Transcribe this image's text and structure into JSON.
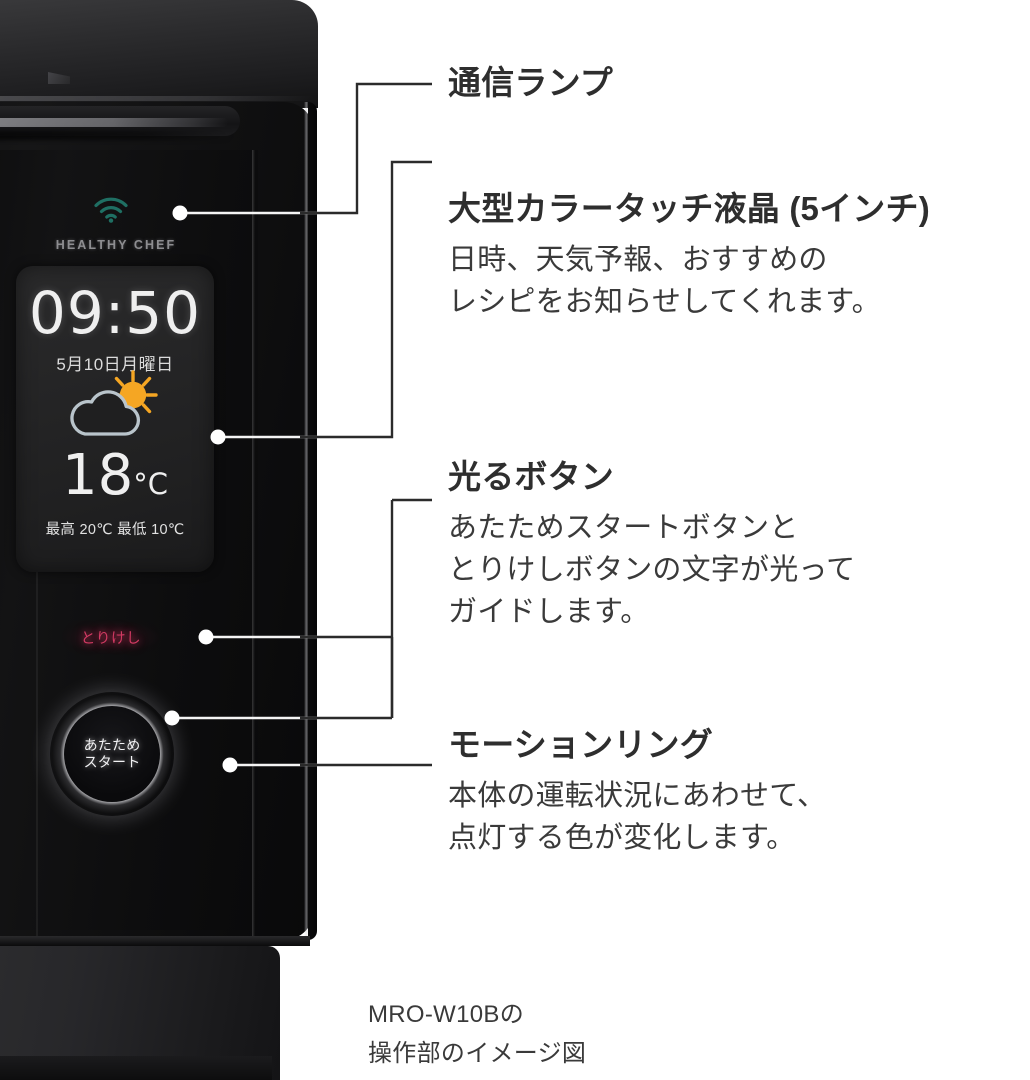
{
  "product": {
    "brand_plate": "HEALTHY CHEF",
    "model_caption_line1": "MRO-W10Bの",
    "model_caption_line2": "操作部のイメージ図"
  },
  "display": {
    "time": "09:50",
    "date": "5月10日月曜日",
    "weather_icon": "partly-cloudy-sun-icon",
    "temperature_value": "18",
    "temperature_unit": "°C",
    "min_max": "最高 20℃ 最低 10℃"
  },
  "buttons": {
    "cancel_label": "とりけし",
    "start_label_line1": "あたため",
    "start_label_line2": "スタート"
  },
  "indicators": {
    "wifi_icon": "wifi-icon"
  },
  "callouts": [
    {
      "id": "communication-lamp",
      "title": "通信ランプ",
      "body": []
    },
    {
      "id": "large-color-touch-lcd",
      "title": "大型カラータッチ液晶 (5インチ)",
      "body": [
        "日時、天気予報、おすすめの",
        "レシピをお知らせしてくれます。"
      ]
    },
    {
      "id": "glowing-button",
      "title": "光るボタン",
      "body": [
        "あたためスタートボタンと",
        "とりけしボタンの文字が光って",
        "ガイドします。"
      ]
    },
    {
      "id": "motion-ring",
      "title": "モーションリング",
      "body": [
        "本体の運転状況にあわせて、",
        "点灯する色が変化します。"
      ]
    }
  ],
  "colors": {
    "background": "#ffffff",
    "heading_text": "#2e2e2e",
    "body_text": "#3a3a3a",
    "leader_line_light": "#f2f2f2",
    "leader_line_dark": "#2b2b2b",
    "wifi_teal": "#1f6f63",
    "sun_orange": "#f5a623",
    "cloud_outline": "#b9c4cb",
    "cancel_pink": "#d23a63",
    "lcd_panel": "#252526",
    "body_black": "#111112"
  }
}
